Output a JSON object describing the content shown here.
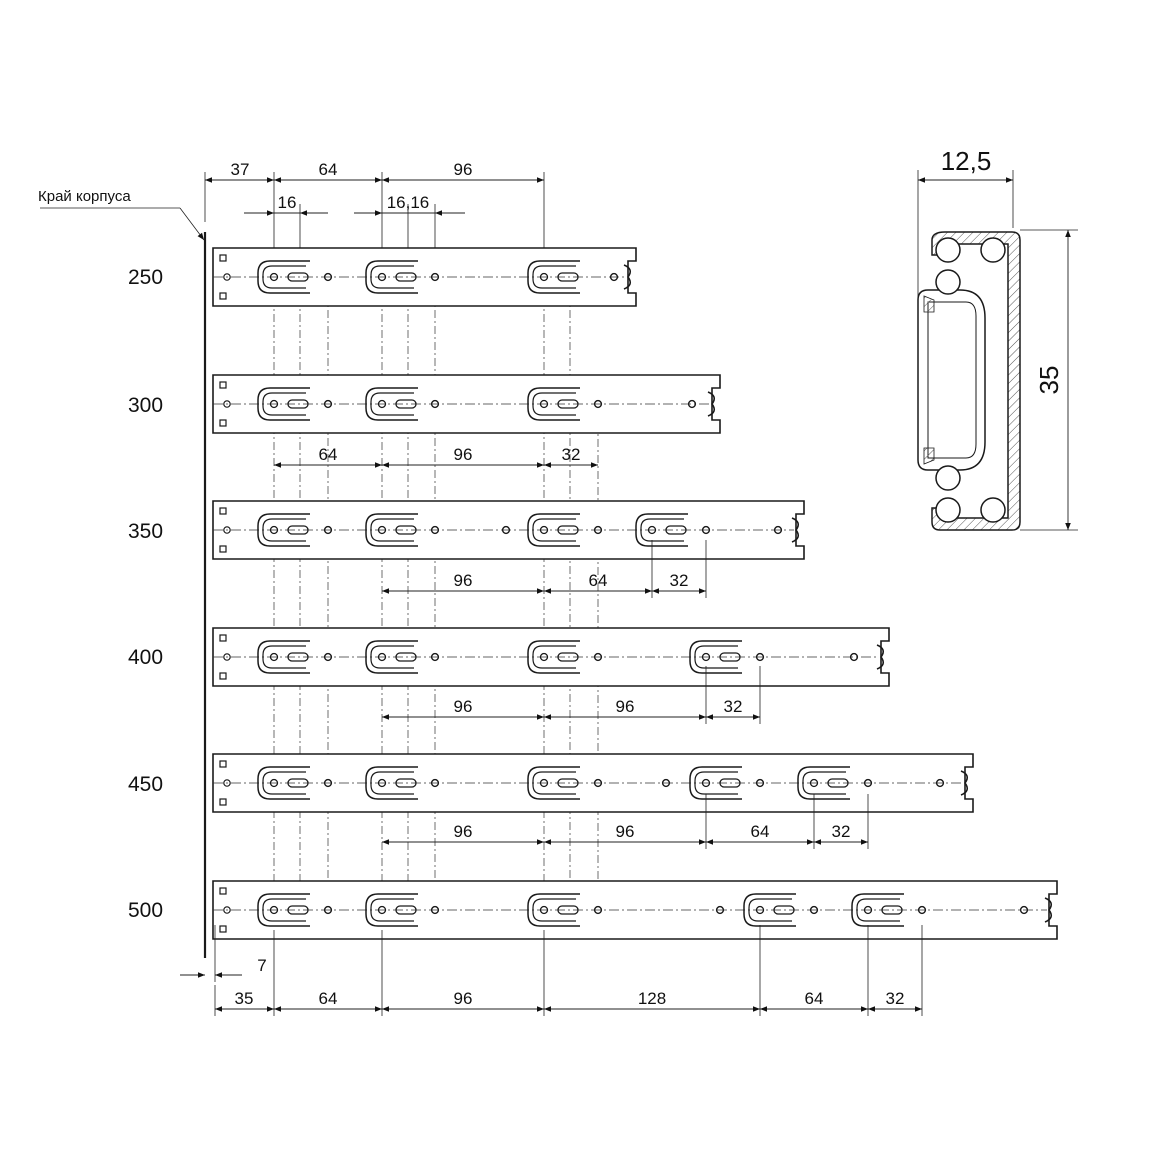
{
  "edge_label": "Край корпуса",
  "section": {
    "width_label": "12,5",
    "height_label": "35"
  },
  "rows": [
    {
      "label": "250",
      "bottom_dims": []
    },
    {
      "label": "300",
      "bottom_dims": [
        "64",
        "96",
        "32"
      ]
    },
    {
      "label": "350",
      "bottom_dims": [
        "96",
        "64",
        "32"
      ]
    },
    {
      "label": "400",
      "bottom_dims": [
        "96",
        "96",
        "32"
      ]
    },
    {
      "label": "450",
      "bottom_dims": [
        "96",
        "96",
        "64",
        "32"
      ]
    },
    {
      "label": "500",
      "bottom_dims": []
    }
  ],
  "top_dims": [
    "37",
    "64",
    "96"
  ],
  "top_sub_dims": [
    "16",
    "16,16"
  ],
  "bottom_dims": [
    "35",
    "64",
    "96",
    "128",
    "64",
    "32"
  ],
  "offset_dim": "7"
}
